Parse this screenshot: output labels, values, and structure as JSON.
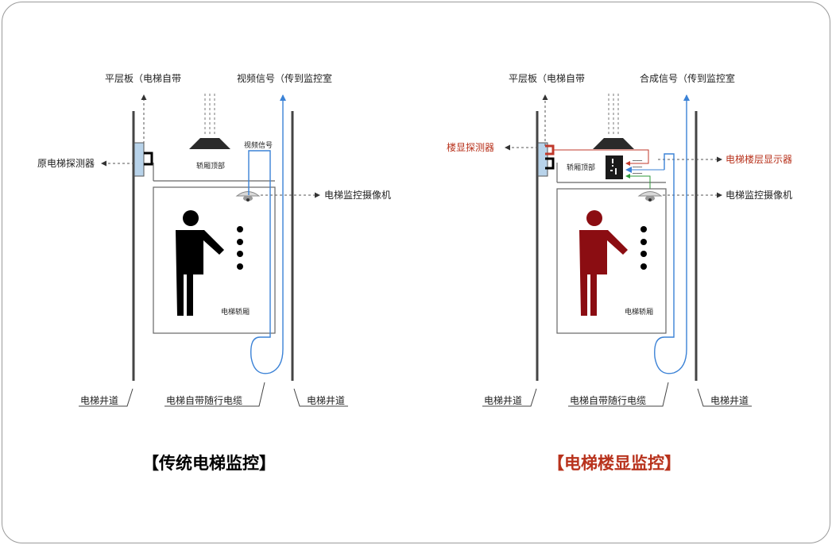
{
  "left": {
    "title": "【传统电梯监控】",
    "labels": {
      "leveling_plate": "平层板（电梯自带",
      "video_signal_top": "视频信号（传到监控室",
      "original_detector": "原电梯探测器",
      "car_top": "轿厢顶部",
      "video_signal_small": "视频信号",
      "camera": "电梯监控摄像机",
      "car": "电梯轿厢",
      "shaft_left": "电梯井道",
      "traveling_cable": "电梯自带随行电缆",
      "shaft_right": "电梯井道"
    }
  },
  "right": {
    "title": "【电梯楼显监控】",
    "labels": {
      "leveling_plate": "平层板（电梯自带",
      "composite_signal_top": "合成信号（传到监控室",
      "floor_detector": "楼显探测器",
      "car_top": "轿厢顶部",
      "floor_display": "电梯楼层显示器",
      "camera": "电梯监控摄像机",
      "car": "电梯轿厢",
      "shaft_left": "电梯井道",
      "traveling_cable": "电梯自带随行电缆",
      "shaft_right": "电梯井道"
    }
  },
  "colors": {
    "accent_red": "#b8321c",
    "figure_red": "#8b0d12",
    "figure_black": "#000000",
    "signal_blue": "#3b82d6",
    "green_wire": "#2e9a3a",
    "panel_blue": "#b8d3ea"
  }
}
